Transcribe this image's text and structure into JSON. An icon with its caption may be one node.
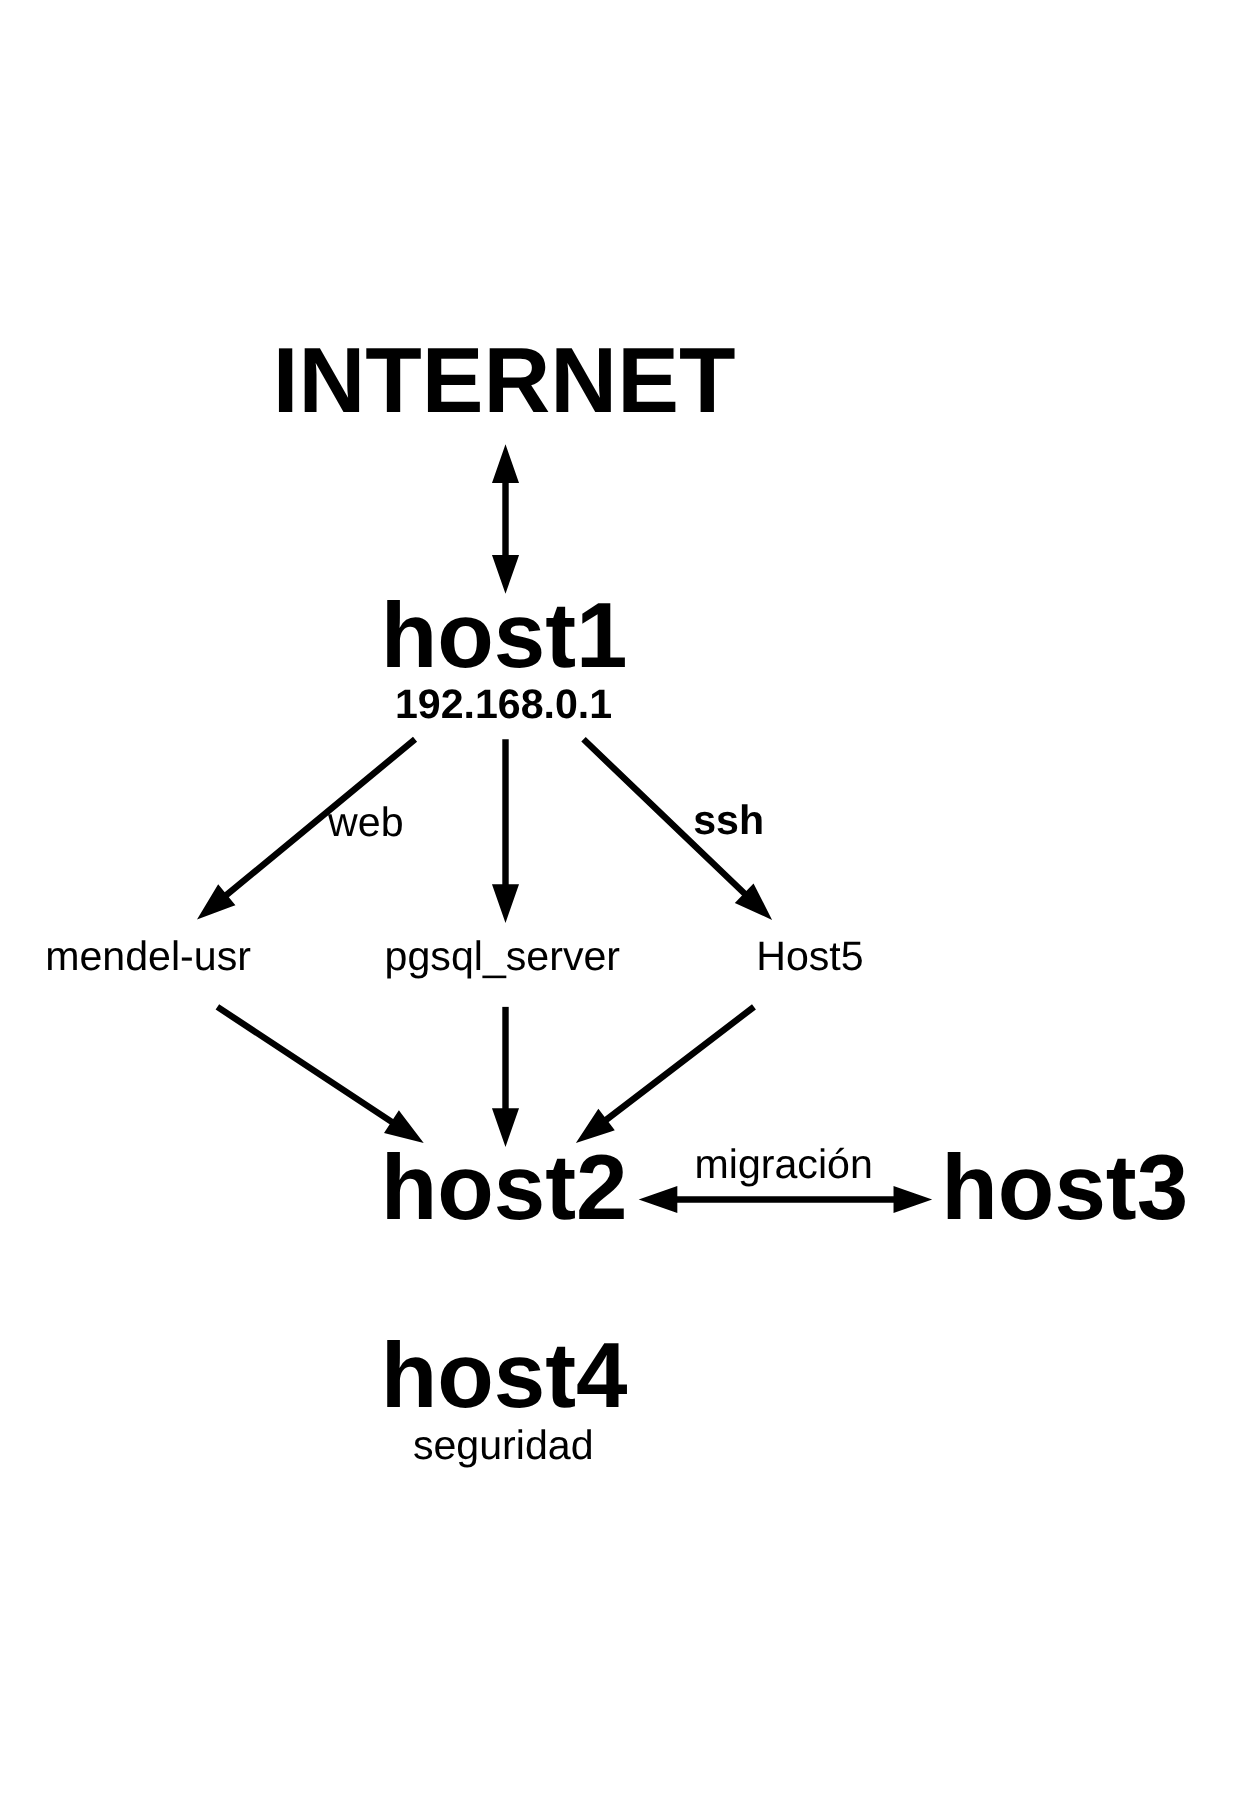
{
  "diagram": {
    "nodes": [
      {
        "text": [
          "INTERNET"
        ]
      },
      {
        "text": [
          "host1",
          "192.168.0.1"
        ]
      },
      {
        "text": [
          "mendel-usr"
        ]
      },
      {
        "text": [
          "pgsql_server"
        ]
      },
      {
        "text": [
          "Host5"
        ]
      },
      {
        "text": [
          "host2"
        ]
      },
      {
        "text": [
          "host3"
        ]
      },
      {
        "text": [
          "host4",
          "seguridad"
        ]
      }
    ],
    "edges": [
      {
        "from": 0,
        "to": 1,
        "arrow": "both"
      },
      {
        "from": 1,
        "to": 2,
        "arrow": "to",
        "label": "web"
      },
      {
        "from": 1,
        "to": 3,
        "arrow": "to"
      },
      {
        "from": 1,
        "to": 4,
        "arrow": "to",
        "label": "ssh"
      },
      {
        "from": 2,
        "to": 5,
        "arrow": "to"
      },
      {
        "from": 3,
        "to": 5,
        "arrow": "to"
      },
      {
        "from": 4,
        "to": 5,
        "arrow": "to"
      },
      {
        "from": 5,
        "to": 6,
        "arrow": "both",
        "label": "migración"
      }
    ]
  }
}
